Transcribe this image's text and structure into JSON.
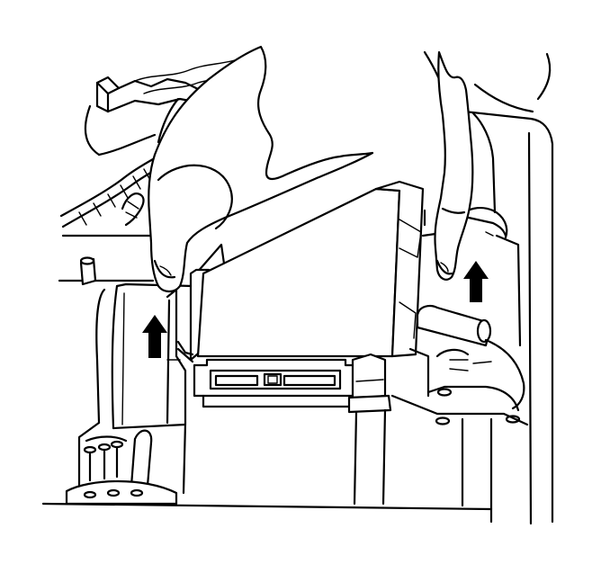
{
  "figure": {
    "kind": "line-art service illustration",
    "stroke_color": "#000000",
    "background_color": "#ffffff",
    "arrow_color": "#000000",
    "arrows": [
      {
        "id": "left",
        "direction": "up"
      },
      {
        "id": "right",
        "direction": "up"
      }
    ]
  }
}
